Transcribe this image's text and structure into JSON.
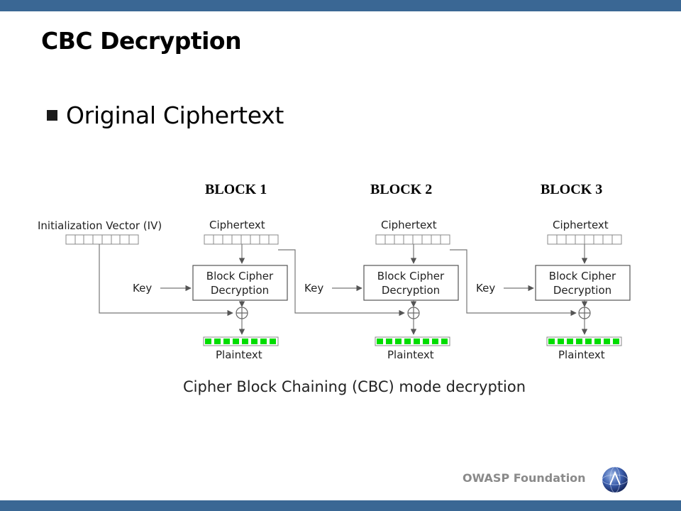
{
  "slide": {
    "title": "CBC Decryption",
    "bullet": "Original Ciphertext",
    "footer": "OWASP Foundation"
  },
  "blocks": [
    {
      "label": "BLOCK 1"
    },
    {
      "label": "BLOCK 2"
    },
    {
      "label": "BLOCK 3"
    }
  ],
  "diagram": {
    "iv_label": "Initialization Vector (IV)",
    "ciphertext_label": "Ciphertext",
    "cipher_box_line1": "Block Cipher",
    "cipher_box_line2": "Decryption",
    "key_label": "Key",
    "plaintext_label": "Plaintext",
    "caption": "Cipher Block Chaining (CBC) mode decryption"
  },
  "colors": {
    "header_bar": "#3a6794",
    "plaintext_cell": "#00dd00",
    "diagram_line": "#777777"
  }
}
